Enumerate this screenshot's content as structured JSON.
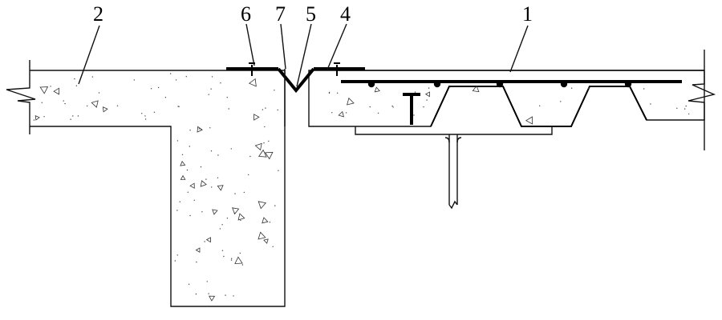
{
  "labels": {
    "part_1": "1",
    "part_2": "2",
    "part_4": "4",
    "part_5": "5",
    "part_6": "6",
    "part_7": "7"
  },
  "colors": {
    "line": "#000000",
    "background": "#ffffff"
  }
}
